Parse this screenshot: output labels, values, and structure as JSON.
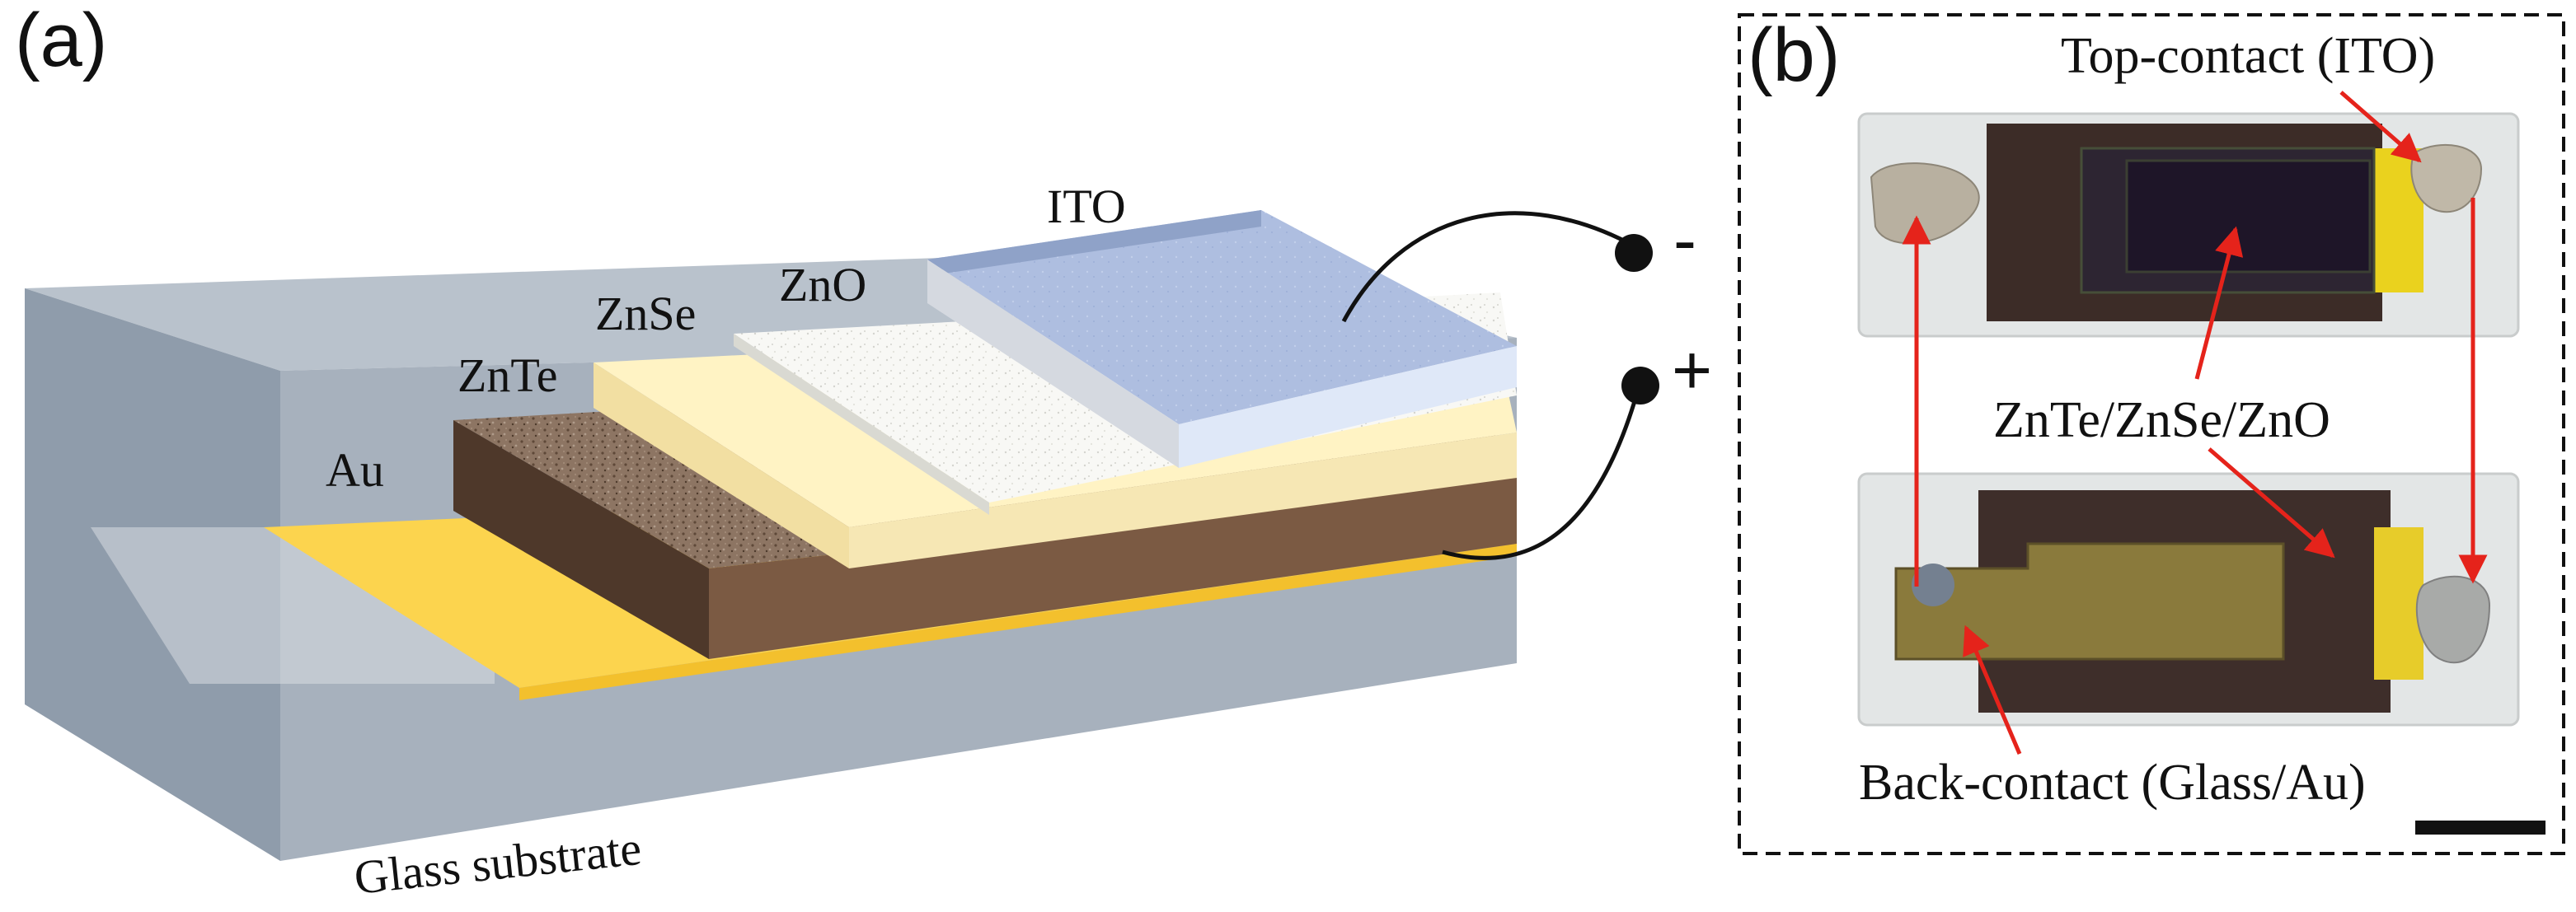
{
  "panel_a": {
    "letter": "(a)",
    "layers": {
      "ito": "ITO",
      "zno": "ZnO",
      "znse": "ZnSe",
      "znte": "ZnTe",
      "au": "Au",
      "glass": "Glass substrate"
    },
    "terminals": {
      "negative": "-",
      "positive": "+"
    },
    "colors": {
      "glass_side": "#a7b1bd",
      "glass_top": "#b9c2cc",
      "au": "#fcd44e",
      "znte": "#7b5a43",
      "znse": "#fff3c4",
      "zno": "#f7f7f4",
      "ito": "#aebee0"
    }
  },
  "panel_b": {
    "letter": "(b)",
    "labels": {
      "top_contact": "Top-contact (ITO)",
      "stack": "ZnTe/ZnSe/ZnO",
      "back_contact": "Back-contact (Glass/Au)"
    },
    "arrow_color": "#e5231b"
  }
}
